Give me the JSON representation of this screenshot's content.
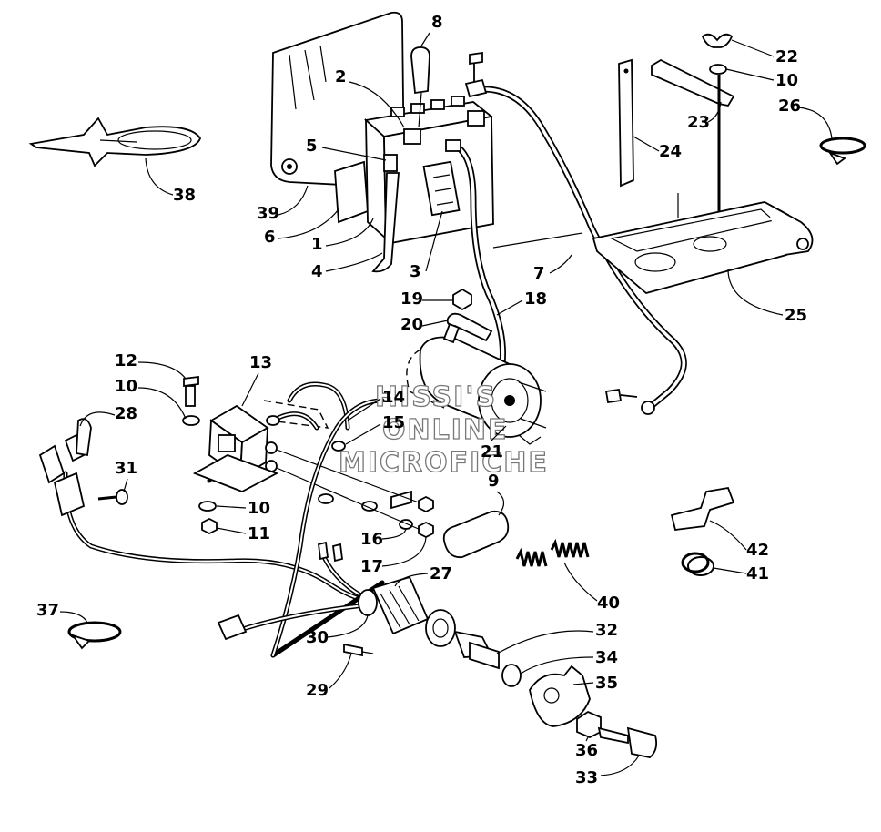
{
  "callouts": [
    {
      "id": "8",
      "label": "8"
    },
    {
      "id": "2",
      "label": "2"
    },
    {
      "id": "5",
      "label": "5"
    },
    {
      "id": "39",
      "label": "39"
    },
    {
      "id": "6",
      "label": "6"
    },
    {
      "id": "1",
      "label": "1"
    },
    {
      "id": "4",
      "label": "4"
    },
    {
      "id": "3",
      "label": "3"
    },
    {
      "id": "38",
      "label": "38"
    },
    {
      "id": "22",
      "label": "22"
    },
    {
      "id": "10a",
      "label": "10"
    },
    {
      "id": "26",
      "label": "26"
    },
    {
      "id": "23",
      "label": "23"
    },
    {
      "id": "24",
      "label": "24"
    },
    {
      "id": "7",
      "label": "7"
    },
    {
      "id": "25",
      "label": "25"
    },
    {
      "id": "19",
      "label": "19"
    },
    {
      "id": "18",
      "label": "18"
    },
    {
      "id": "20",
      "label": "20"
    },
    {
      "id": "12",
      "label": "12"
    },
    {
      "id": "13",
      "label": "13"
    },
    {
      "id": "10b",
      "label": "10"
    },
    {
      "id": "28",
      "label": "28"
    },
    {
      "id": "14",
      "label": "14"
    },
    {
      "id": "15",
      "label": "15"
    },
    {
      "id": "21",
      "label": "21"
    },
    {
      "id": "31",
      "label": "31"
    },
    {
      "id": "9",
      "label": "9"
    },
    {
      "id": "10c",
      "label": "10"
    },
    {
      "id": "11",
      "label": "11"
    },
    {
      "id": "16",
      "label": "16"
    },
    {
      "id": "17",
      "label": "17"
    },
    {
      "id": "27",
      "label": "27"
    },
    {
      "id": "42",
      "label": "42"
    },
    {
      "id": "41",
      "label": "41"
    },
    {
      "id": "40",
      "label": "40"
    },
    {
      "id": "37",
      "label": "37"
    },
    {
      "id": "30",
      "label": "30"
    },
    {
      "id": "32",
      "label": "32"
    },
    {
      "id": "34",
      "label": "34"
    },
    {
      "id": "35",
      "label": "35"
    },
    {
      "id": "29",
      "label": "29"
    },
    {
      "id": "36",
      "label": "36"
    },
    {
      "id": "33",
      "label": "33"
    }
  ],
  "watermark": {
    "line1": "HISSI'S",
    "line2": "ONLINE",
    "line3": "MICROFICHE"
  }
}
